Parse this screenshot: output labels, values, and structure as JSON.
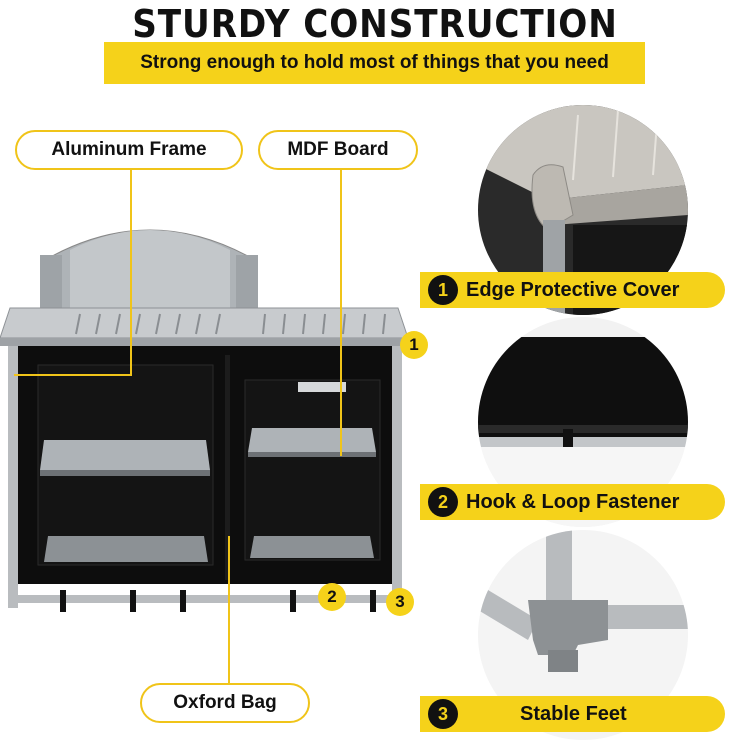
{
  "header": {
    "title": "STURDY CONSTRUCTION",
    "subtitle": "Strong enough to hold most of things that you need"
  },
  "callouts": {
    "aluminum_frame": "Aluminum Frame",
    "mdf_board": "MDF Board",
    "oxford_bag": "Oxford Bag"
  },
  "markers": [
    "1",
    "2",
    "3"
  ],
  "features": [
    {
      "num": "1",
      "label": "Edge Protective Cover"
    },
    {
      "num": "2",
      "label": "Hook & Loop Fastener"
    },
    {
      "num": "3",
      "label": "Stable Feet"
    }
  ],
  "colors": {
    "accent": "#f5d21a",
    "accent_border": "#f0c419",
    "text": "#111111",
    "fabric": "#0d0d0d",
    "aluminum": "#b9bcbf"
  }
}
